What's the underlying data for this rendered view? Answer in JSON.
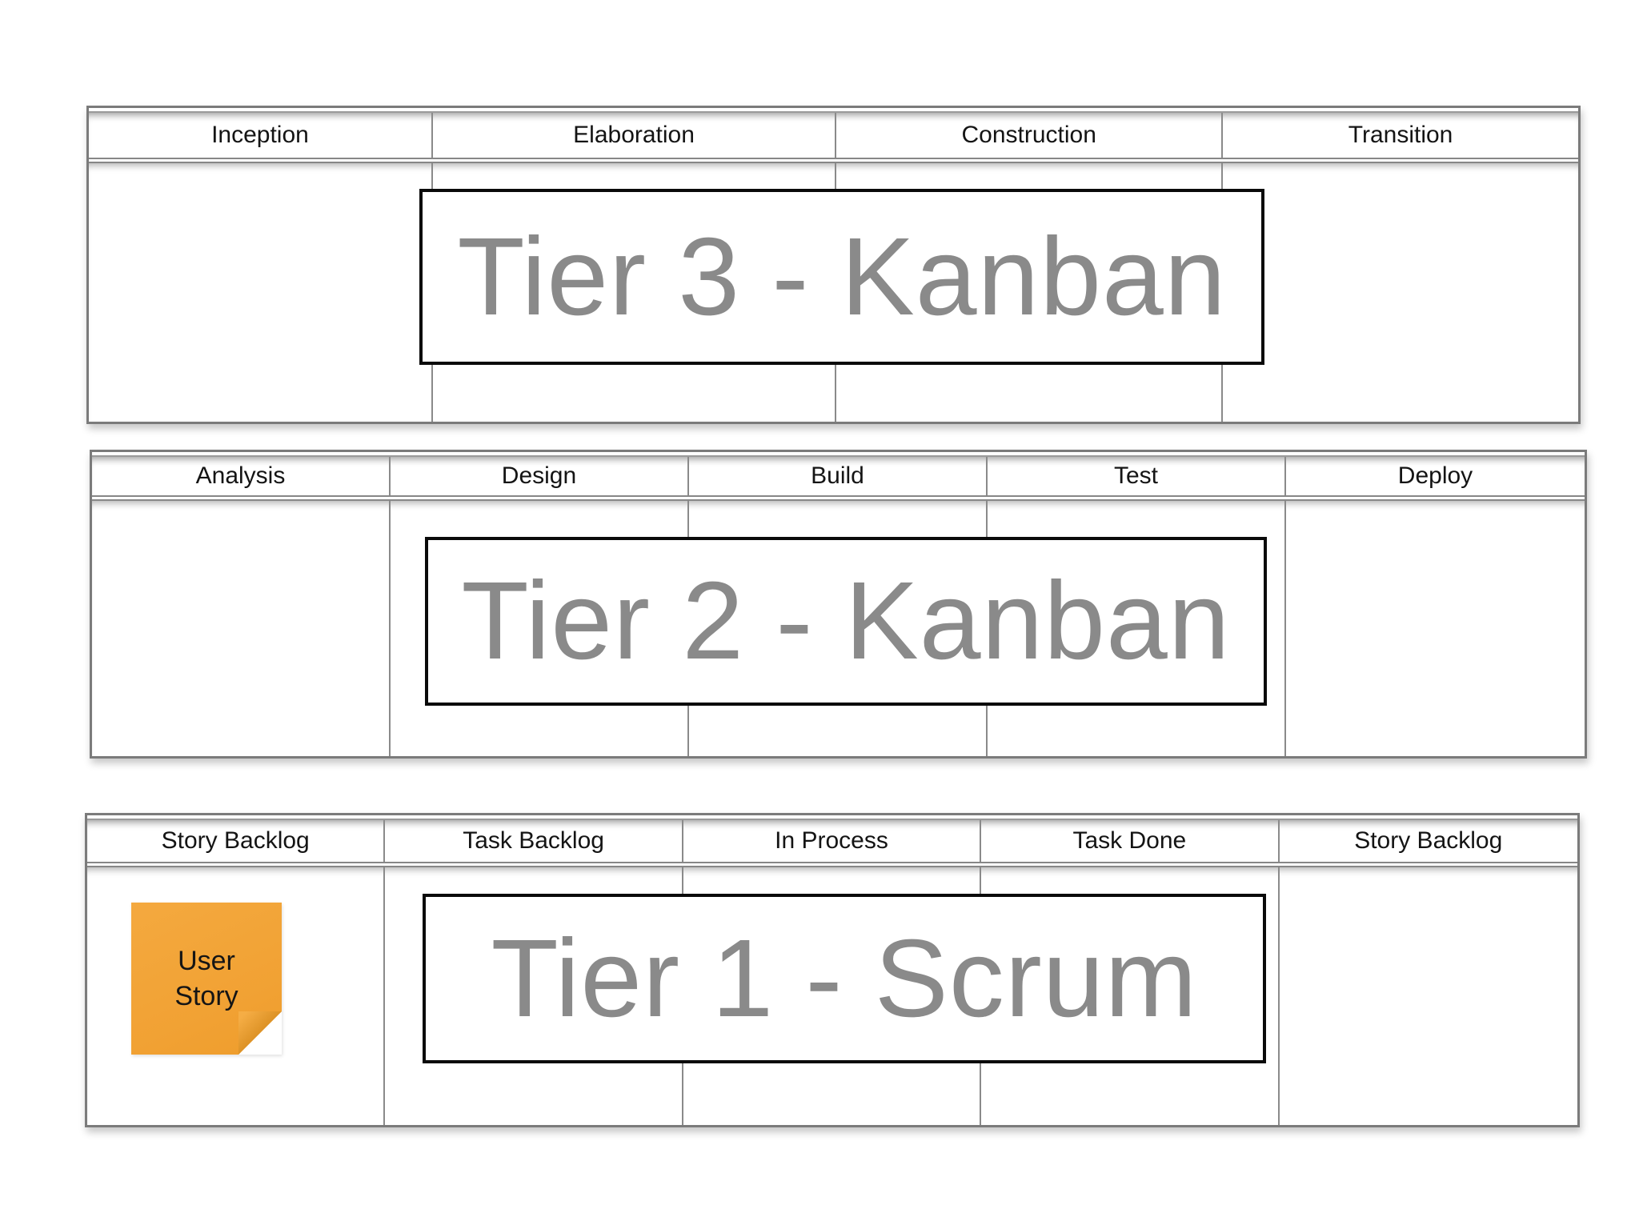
{
  "boards": [
    {
      "name": "tier-3-kanban",
      "tier_label": "Tier 3 - Kanban",
      "columns": [
        "Inception",
        "Elaboration",
        "Construction",
        "Transition"
      ]
    },
    {
      "name": "tier-2-kanban",
      "tier_label": "Tier 2 - Kanban",
      "columns": [
        "Analysis",
        "Design",
        "Build",
        "Test",
        "Deploy"
      ]
    },
    {
      "name": "tier-1-scrum",
      "tier_label": "Tier 1 - Scrum",
      "columns": [
        "Story Backlog",
        "Task Backlog",
        "In Process",
        "Task Done",
        "Story Backlog"
      ]
    }
  ],
  "sticky_note": {
    "lines": [
      "User",
      "Story"
    ],
    "color": "#F2A336",
    "fold_color": "#DA8F22",
    "text_color": "#151515"
  },
  "colors": {
    "background": "#FFFFFF",
    "board_border": "#7B7B7B",
    "column_divider": "#8A8A8A",
    "header_text": "#141414",
    "tier_text": "#8A8A8A",
    "tier_box_border": "#0A0A0A"
  }
}
